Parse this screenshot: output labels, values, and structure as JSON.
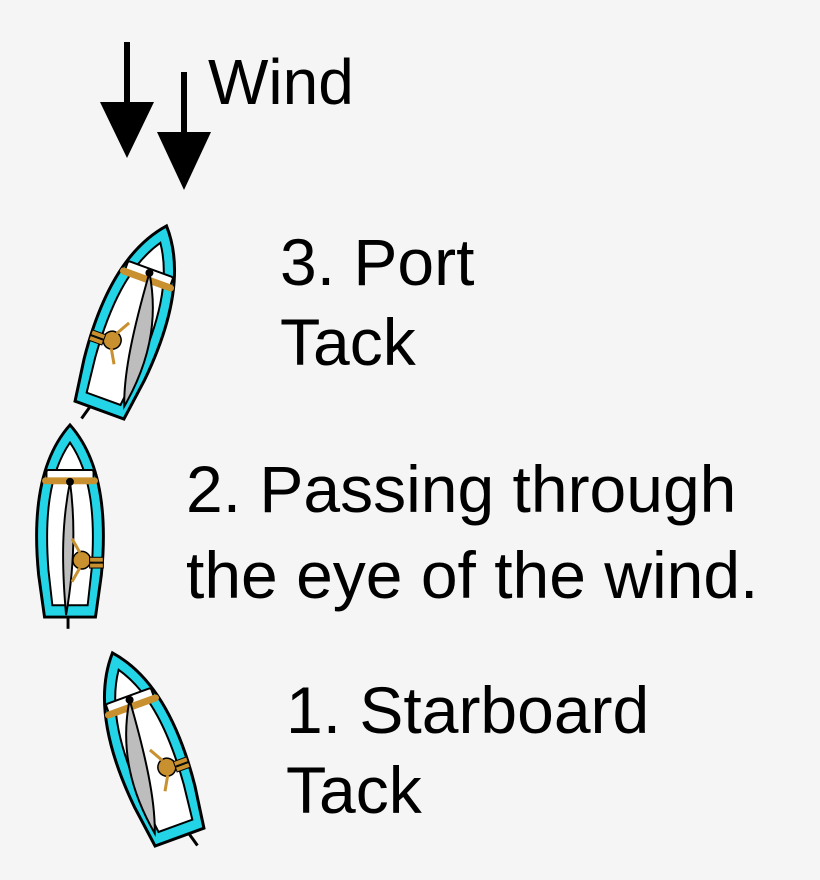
{
  "wind": {
    "label": "Wind",
    "arrow_color": "#000000"
  },
  "stages": [
    {
      "line1": "3. Port",
      "line2": "Tack"
    },
    {
      "line1": "2. Passing through",
      "line2": "the eye of the wind."
    },
    {
      "line1": "1. Starboard",
      "line2": "Tack"
    }
  ],
  "colors": {
    "hull_outer": "#22d4e6",
    "deck": "#ffffff",
    "sail": "#bdbdbd",
    "crew": "#c8902e",
    "outline": "#000000",
    "background": "#f5f5f5"
  },
  "icons": [
    "wind-arrow-icon",
    "sailboat-icon",
    "sail-icon",
    "sailor-icon",
    "mast-icon"
  ]
}
